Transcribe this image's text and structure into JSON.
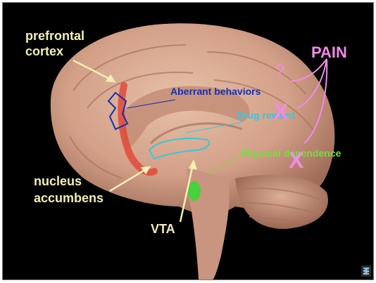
{
  "labels": {
    "prefrontal_line1": "prefrontal",
    "prefrontal_line2": "cortex",
    "nucleus_line1": "nucleus",
    "nucleus_line2": "accumbens",
    "vta": "VTA",
    "pain": "PAIN",
    "question": "?",
    "aberrant": "Aberrant behaviors",
    "drug_reward": "Drug reward",
    "physical_dependence": "Physical dependence",
    "x_mark": "X"
  },
  "colors": {
    "background": "#000000",
    "label_yellow": "#f3efb3",
    "pain_pink": "#f08be8",
    "aberrant_blue": "#1530b0",
    "reward_cyan": "#38c7d6",
    "dependence_green": "#6fe23a",
    "brain_tissue": "#d6a48c",
    "reward_pathway": "#e04a38"
  },
  "icons": {
    "corner": "slide-nav-icon"
  }
}
